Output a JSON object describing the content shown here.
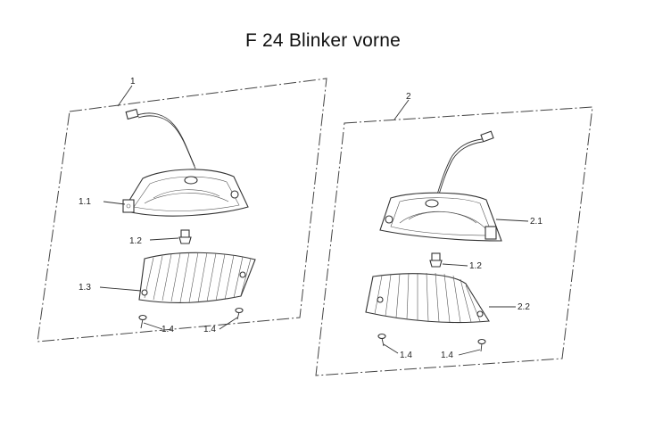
{
  "title": "F 24  Blinker vorne",
  "labels": {
    "a1": "1",
    "a2": "2",
    "l11": "1.1",
    "l12a": "1.2",
    "l13": "1.3",
    "l14a": "1.4",
    "l14b": "1.4",
    "l21": "2.1",
    "l12b": "1.2",
    "l22": "2.2",
    "l14c": "1.4",
    "l14d": "1.4"
  }
}
